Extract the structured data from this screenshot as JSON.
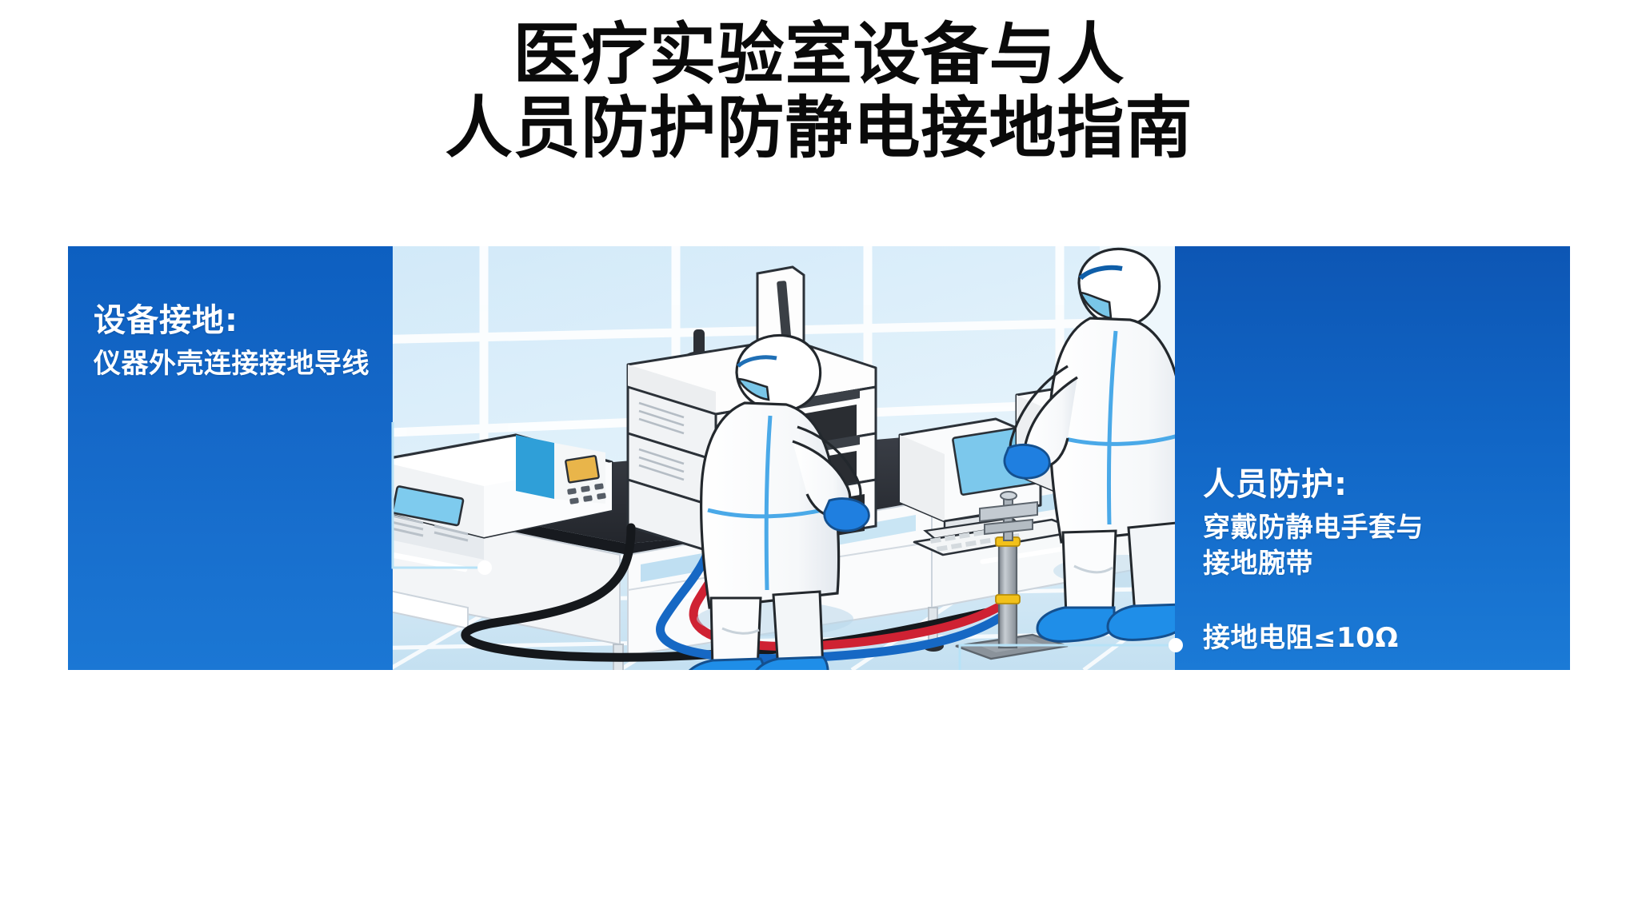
{
  "title": {
    "line1": "医疗实验室设备与人",
    "line2": "人员防护防静电接地指南"
  },
  "panels": {
    "left": {
      "heading": "设备接地:",
      "body": "仪器外壳连接接地导线"
    },
    "right": {
      "heading": "人员防护:",
      "body_line1": "穿戴防静电手套与",
      "body_line2": "接地腕带",
      "note": "接地电阻≤10Ω"
    }
  },
  "colors": {
    "panel_blue": "#1568c8",
    "panel_blue_dark": "#0d5fc0",
    "panel_blue_light": "#1b7ad6",
    "title_black": "#0a0a0a",
    "callout_line": "#b7e2f7",
    "callout_dot": "#ffffff",
    "cable_red": "#d32030",
    "cable_blue": "#1668c4",
    "cable_black": "#1a1a1a",
    "ground_rod_yellow": "#f2c11a",
    "glove_blue": "#1f7fe0",
    "bootie_blue": "#1f8ee8",
    "bench_top": "#2a2d33",
    "floor_tile": "#cfe6f4",
    "wall": "#e3f1fa",
    "screen_cyan": "#8fd3f0",
    "screen_green": "#77bf62",
    "screen_amber": "#e8b33c",
    "suit_white": "#fdfdfd",
    "suit_trim": "#4aa9e8"
  },
  "scene": {
    "name": "medical-lab-antistatic-grounding-illustration",
    "elements": [
      {
        "id": "window-wall",
        "label": "lab-window-wall"
      },
      {
        "id": "bench",
        "label": "laboratory-bench"
      },
      {
        "id": "analyzer",
        "label": "benchtop-analyzer-with-display"
      },
      {
        "id": "hplc-stack",
        "label": "stacked-chromatography-modules"
      },
      {
        "id": "column-tower",
        "label": "vertical-column-tower"
      },
      {
        "id": "crt-monitor",
        "label": "computer-monitor"
      },
      {
        "id": "instrument-console",
        "label": "instrument-control-console"
      },
      {
        "id": "keyboard",
        "label": "keyboard"
      },
      {
        "id": "mouse",
        "label": "mouse"
      },
      {
        "id": "worker-front",
        "label": "technician-in-coverall-front"
      },
      {
        "id": "worker-back",
        "label": "technician-in-coverall-at-computer"
      },
      {
        "id": "cabinets",
        "label": "under-bench-cabinets"
      },
      {
        "id": "ground-rod",
        "label": "grounding-rod-on-base-plate"
      },
      {
        "id": "cable-red",
        "label": "red-grounding-cable"
      },
      {
        "id": "cable-blue",
        "label": "blue-grounding-cable"
      },
      {
        "id": "cable-black",
        "label": "black-grounding-cable"
      }
    ]
  },
  "callouts": {
    "left": {
      "target": "equipment-chassis-ground-point"
    },
    "right": {
      "target": "personnel-grounding-point"
    }
  }
}
